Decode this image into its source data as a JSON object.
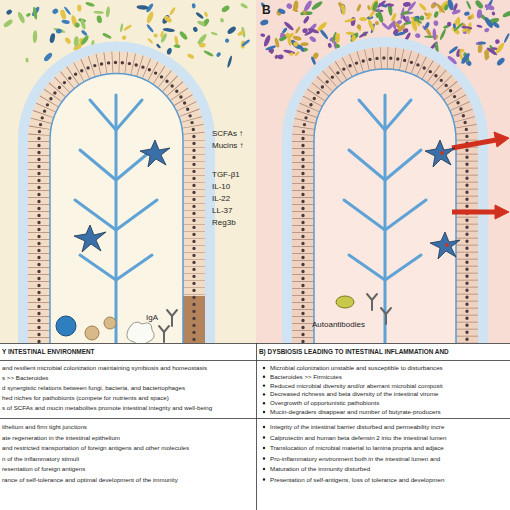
{
  "diagram": {
    "labels": [
      "B",
      "SCFAs ↑",
      "Mucins ↑",
      "TGF-β1",
      "IL-10",
      "IL-22",
      "LL-37",
      "Reg3b",
      "IgA",
      "Autoantibodies",
      "Y INTESTINAL ENVIRONMENT",
      "B) DYSBIOSIS LEADING TO INTESTINAL INFLAMMATION AND",
      "and resilient microbial colonization maintaining symbiosis and homeostasis",
      "s >> Bacteroides",
      "d synergistic relations between fungi, bacteria, and bacteriophages",
      "hed niches for pathobionts (compete for nutrients and space)",
      "s of SCFAs and mucin metabolites promote intestinal integrity and well-being",
      "Microbial colonization unstable and susceptible to disturbances",
      "Bacteroides >> Firmicutes",
      "Reduced microbial diversity and/or aberrant microbial composit",
      "Decreased richness and beta diversity of the intestinal virome",
      "Overgrowth of opportunistic pathobionts",
      "Mucin-degraders disappear and number of butyrate-producers",
      "ithelium and firm tight junctions",
      "ate regeneration in the intestinal epithelium",
      "and restricted transportation of foreign antigens and other molecules",
      "n of the inflammatory stimuli",
      "resentation of foreign antigens",
      "rance of self-tolerance and optimal development of the immunity",
      "Integrity of the intestinal barrier disturbed and permeability incre",
      "Calprotectin and human beta defensin 2 into the intestinal lumen",
      "Translocation of microbial material to lamina propria and adjace",
      "Pro-inflammatory environment both in the intestinal lumen and",
      "Maturation of the immunity disturbed",
      "Presentation of self-antigens, loss of tolerance and developmen"
    ]
  }
}
